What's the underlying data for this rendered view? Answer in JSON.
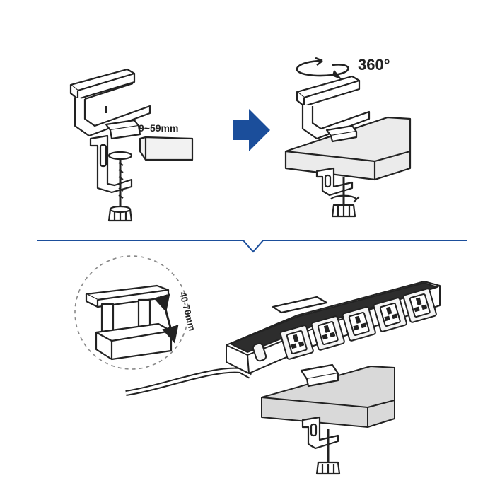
{
  "labels": {
    "clamp_range": "9~59mm",
    "rotation": "360°",
    "mount_gap": "40-70mm"
  },
  "colors": {
    "accent": "#1b4e9b",
    "line": "#222222",
    "desk_fill": "#d9d9d9",
    "desk_top": "#ececec",
    "strip_top": "#2d2d2d",
    "socket_face": "#f5f5f5"
  },
  "icons": [
    "arrow-right-icon",
    "rotate-360-icon",
    "double-arrow-icon"
  ]
}
